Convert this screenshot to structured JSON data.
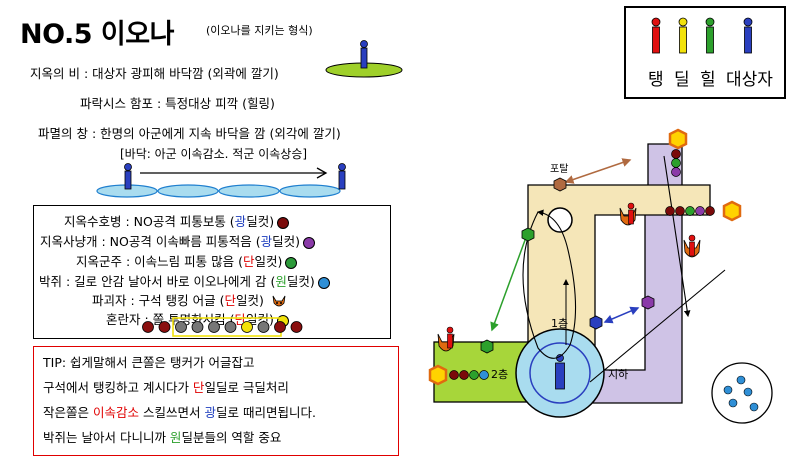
{
  "header": {
    "title": "NO.5 이오나",
    "subtitle": "(이오나를 지키는 형식)"
  },
  "skills": {
    "rain": "지옥의 비 : 대상자 광피해 바닥깜 (외곽에 깔기)",
    "barrage": "파락시스 함포 : 특정대상 피깍 (힐링)",
    "spear": "파멸의 창 : 한명의 아군에게 지속 바닥을 깜 (외각에 깔기)",
    "floor_note": "[바닥: 아군 이속감소. 적군 이속상승]"
  },
  "monsters": [
    {
      "pre": "지옥수호병 : NO공격 피통보통 (",
      "hl": "광",
      "hl_color": "blue",
      "post": "딜컷)",
      "dot": "#7a0a0a",
      "icon": "dot"
    },
    {
      "pre": "지옥사냥개 : NO공격 이속빠름 피통적음 (",
      "hl": "광",
      "hl_color": "blue",
      "post": "딜컷)",
      "dot": "#8a3aa8",
      "icon": "dot"
    },
    {
      "pre": "지옥군주 : 이속느림 피통 많음 (",
      "hl": "단",
      "hl_color": "red",
      "post": "일컷)",
      "dot": "#2c9a3a",
      "icon": "dot"
    },
    {
      "pre": "박쥐 : 길로 안감 날아서 바로 이오나에게 감 (",
      "hl": "원",
      "hl_color": "green",
      "post": "딜컷)",
      "dot": "#2f8fd6",
      "icon": "dot"
    },
    {
      "pre": "파괴자 : 구석 탱킹 어글 (",
      "hl": "단",
      "hl_color": "red",
      "post": "일컷)",
      "dot": "#e06a10",
      "icon": "demon"
    },
    {
      "pre": "혼란자 : 쫄 투명화시킴 (",
      "hl": "단",
      "hl_color": "red",
      "post": "일컷)",
      "dot": "#f2e20a",
      "icon": "dot"
    }
  ],
  "sequence_colors": [
    "#8a0f0f",
    "#8a0f0f",
    "#777777",
    "#777777",
    "#777777",
    "#777777",
    "#f2e20a",
    "#777777",
    "#8a0f0f",
    "#8a0f0f"
  ],
  "tips": {
    "l1": "TIP: 쉽게말해서 큰쫄은  탱커가 어글잡고",
    "l2_pre": "구석에서 탱킹하고 계시다가 ",
    "l2_hl": "단",
    "l2_post": "일딜로 극딜처리",
    "l3_pre": "작은쫄은 ",
    "l3_hl": "이속감소",
    "l3_mid": " 스킬쓰면서 ",
    "l3_hl2": "광",
    "l3_post": "딜로 때리면됩니다.",
    "l4_pre": "박쥐는 날아서 다니니까 ",
    "l4_hl": "원",
    "l4_post": "딜분들의 역할 중요"
  },
  "legend": {
    "labels": [
      "탱",
      "딜",
      "힐",
      "대상자"
    ],
    "colors": [
      "#e01010",
      "#f2e20a",
      "#2ca02c",
      "#2a3fbf"
    ]
  },
  "map": {
    "portal": "포탈",
    "floor1": "1층",
    "floor2": "2층",
    "basement": "지하"
  },
  "colors": {
    "path_tan": "#f5e6b8",
    "path_lilac": "#cfc3e6",
    "path_green": "#a7d63a",
    "center_blue": "#a9dcef",
    "floor_oval": "#a9dcef",
    "spot_green": "#9fd02a"
  }
}
